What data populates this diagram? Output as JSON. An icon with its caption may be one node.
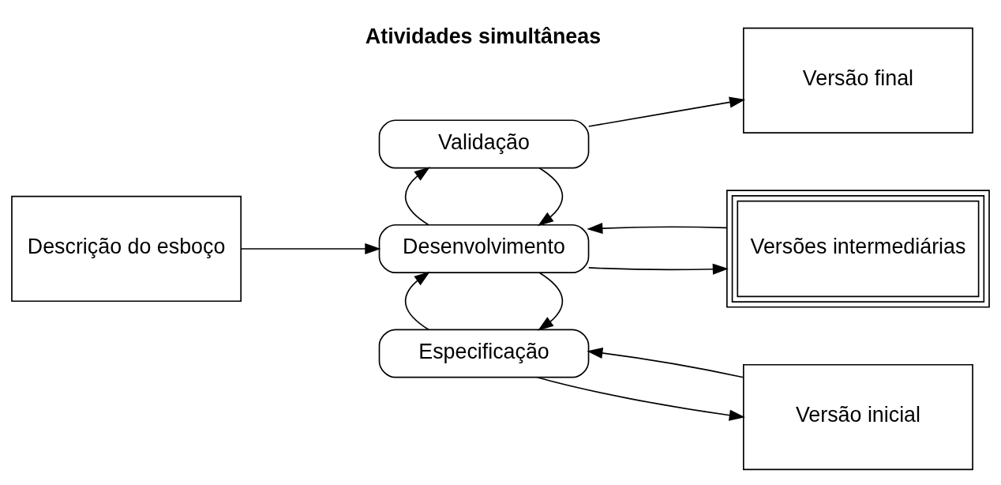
{
  "diagram": {
    "nodes": [
      {
        "text": [
          "Descrição do esboço"
        ]
      },
      {
        "text": [
          "Especificação"
        ]
      },
      {
        "text": [
          "Desenvolvimento"
        ]
      },
      {
        "text": [
          "Validação"
        ]
      },
      {
        "text": [
          "Versão inicial"
        ]
      },
      {
        "text": [
          "Versões intermediárias"
        ]
      },
      {
        "text": [
          "Versão final"
        ]
      }
    ],
    "edges": [
      {
        "from": 0,
        "to": 2,
        "arrow": "to"
      },
      {
        "from": 1,
        "to": 4,
        "arrow": "to"
      },
      {
        "from": 4,
        "to": 1,
        "arrow": "to"
      },
      {
        "from": 2,
        "to": 1,
        "arrow": "to"
      },
      {
        "from": 1,
        "to": 2,
        "arrow": "to"
      },
      {
        "from": 2,
        "to": 5,
        "arrow": "to"
      },
      {
        "from": 5,
        "to": 2,
        "arrow": "to"
      },
      {
        "from": 3,
        "to": 2,
        "arrow": "to"
      },
      {
        "from": 2,
        "to": 3,
        "arrow": "to"
      },
      {
        "from": 3,
        "to": 6,
        "arrow": "to"
      }
    ],
    "labels": [
      "Atividades simultâneas"
    ]
  }
}
